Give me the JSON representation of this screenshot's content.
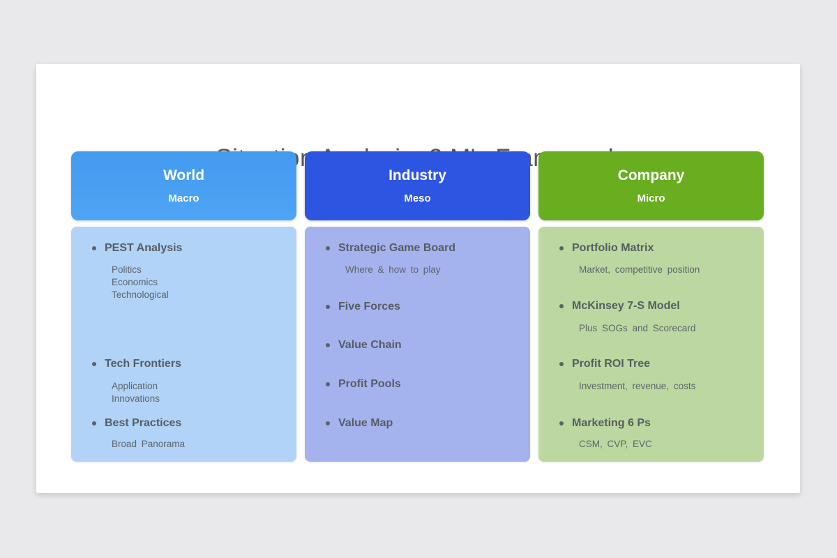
{
  "page": {
    "title": "Situation Analysis -3 M's Framework",
    "subtitle": "Situation  Analysis"
  },
  "colors": {
    "page_background": "#e9e8ea",
    "card_background": "#ffffff",
    "world_header": "#4aa0f2",
    "industry_header": "#2c55e2",
    "company_header": "#68ae1e",
    "world_body": "#b0d3f7",
    "industry_body": "#a4b3ee",
    "company_body": "#bcd8a0",
    "heading_text": "#565c63"
  },
  "columns": [
    {
      "header": {
        "title": "World",
        "subtitle": "Macro"
      },
      "items": [
        {
          "title": "PEST Analysis",
          "subs": [
            "Politics",
            "Economics",
            "Technological"
          ]
        },
        {
          "title": "Tech Frontiers",
          "subs": [
            "Application",
            "Innovations"
          ]
        },
        {
          "title": "Best Practices",
          "subs": [
            "Broad  Panorama"
          ]
        }
      ]
    },
    {
      "header": {
        "title": "Industry",
        "subtitle": "Meso"
      },
      "items": [
        {
          "title": "Strategic Game Board",
          "subs": [
            "Where & how to play"
          ]
        },
        {
          "title": "Five Forces",
          "subs": []
        },
        {
          "title": "Value Chain",
          "subs": []
        },
        {
          "title": "Profit Pools",
          "subs": []
        },
        {
          "title": "Value Map",
          "subs": []
        }
      ]
    },
    {
      "header": {
        "title": "Company",
        "subtitle": "Micro"
      },
      "items": [
        {
          "title": "Portfolio Matrix",
          "subs": [
            "Market,  competitive  position"
          ]
        },
        {
          "title": "McKinsey 7-S Model",
          "subs": [
            "Plus SOGs and  Scorecard"
          ]
        },
        {
          "title": "Profit ROI Tree",
          "subs": [
            "Investment,  revenue,  costs"
          ]
        },
        {
          "title": "Marketing 6 Ps",
          "subs": [
            "CSM,  CVP,  EVC"
          ]
        }
      ]
    }
  ]
}
